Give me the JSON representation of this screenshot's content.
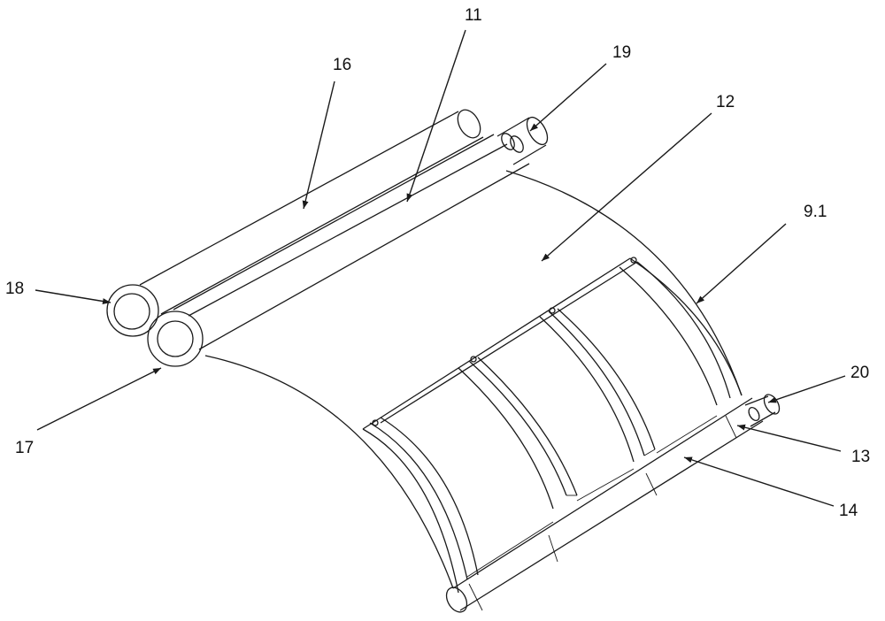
{
  "callouts": {
    "c16": "16",
    "c11": "11",
    "c19": "19",
    "c12": "12",
    "c9_1": "9.1",
    "c18": "18",
    "c17": "17",
    "c20": "20",
    "c13": "13",
    "c14": "14"
  },
  "line_color": "#1a1a1a"
}
